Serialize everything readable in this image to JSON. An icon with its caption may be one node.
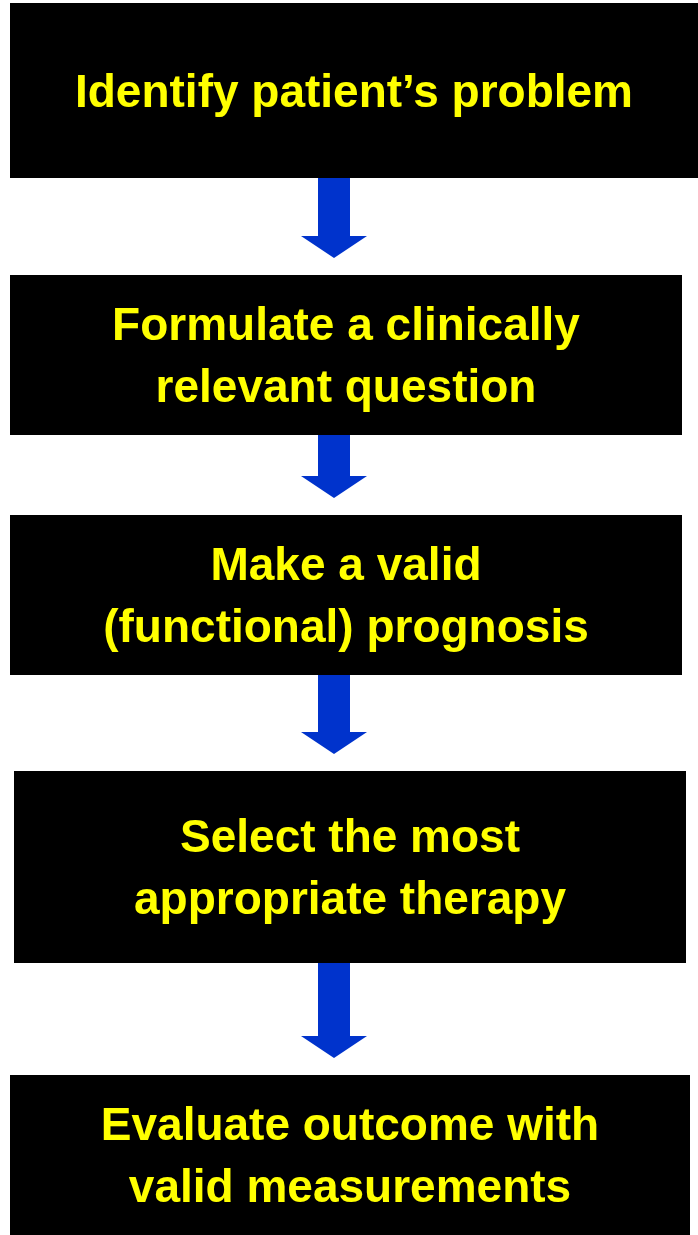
{
  "diagram": {
    "nodes": [
      {
        "text": [
          "Identify patient’s problem"
        ]
      },
      {
        "text": [
          "Formulate a clinically relevant question"
        ]
      },
      {
        "text": [
          "Make a valid (functional) prognosis"
        ]
      },
      {
        "text": [
          "Select the most appropriate therapy"
        ]
      },
      {
        "text": [
          "Evaluate outcome with valid measurements"
        ]
      }
    ],
    "edges": [
      {
        "from": 0,
        "to": 1,
        "arrow": "to"
      },
      {
        "from": 1,
        "to": 2,
        "arrow": "to"
      },
      {
        "from": 2,
        "to": 3,
        "arrow": "to"
      },
      {
        "from": 3,
        "to": 4,
        "arrow": "to"
      }
    ]
  }
}
